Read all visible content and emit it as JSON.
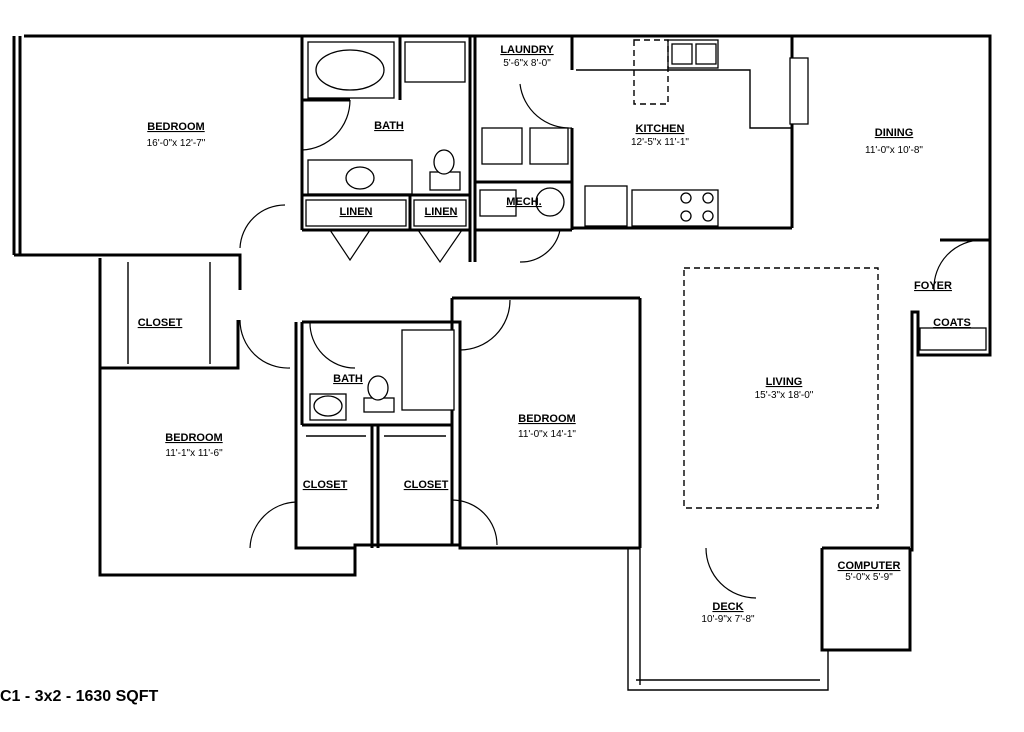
{
  "caption": "C1 - 3x2 - 1630 SQFT",
  "rooms": {
    "bedroom_master": {
      "name": "BEDROOM",
      "dims": "16'-0\"x 12'-7\""
    },
    "bath_master": {
      "name": "BATH"
    },
    "laundry": {
      "name": "LAUNDRY",
      "dims": "5'-6\"x 8'-0\""
    },
    "kitchen": {
      "name": "KITCHEN",
      "dims": "12'-5\"x 11'-1\""
    },
    "dining": {
      "name": "DINING",
      "dims": "11'-0\"x 10'-8\""
    },
    "mech": {
      "name": "MECH."
    },
    "linen_1": {
      "name": "LINEN"
    },
    "linen_2": {
      "name": "LINEN"
    },
    "closet_master": {
      "name": "CLOSET"
    },
    "foyer": {
      "name": "FOYER"
    },
    "coats": {
      "name": "COATS"
    },
    "living": {
      "name": "LIVING",
      "dims": "15'-3\"x 18'-0\""
    },
    "bath_2": {
      "name": "BATH"
    },
    "bedroom_2": {
      "name": "BEDROOM",
      "dims": "11'-1\"x 11'-6\""
    },
    "bedroom_3": {
      "name": "BEDROOM",
      "dims": "11'-0\"x 14'-1\""
    },
    "closet_2": {
      "name": "CLOSET"
    },
    "closet_3": {
      "name": "CLOSET"
    },
    "deck": {
      "name": "DECK",
      "dims": "10'-9\"x 7'-8\""
    },
    "computer": {
      "name": "COMPUTER",
      "dims": "5'-0\"x 5'-9\""
    }
  }
}
